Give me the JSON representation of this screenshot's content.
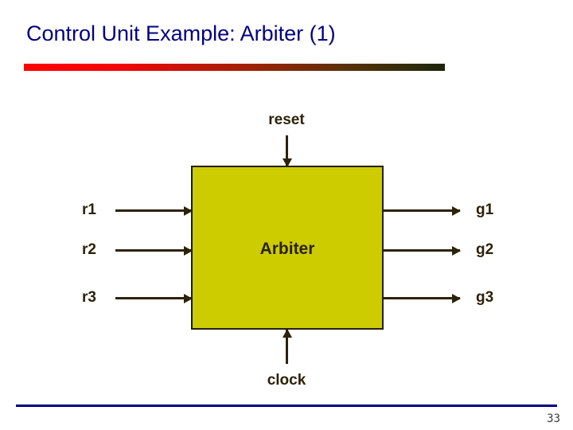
{
  "slide": {
    "title": "Control Unit Example: Arbiter (1)",
    "page_number": "33",
    "title_color": "#000080",
    "rule_color_start": "#FF0000",
    "rule_color_end": "#1D2408",
    "footer_rule_color": "#000080"
  },
  "diagram": {
    "block": {
      "label": "Arbiter",
      "fill_color": "#CCCC00",
      "border_color": "#231F0A",
      "text_color": "#2D2209"
    },
    "top_signal": {
      "label": "reset",
      "direction": "into-block"
    },
    "bottom_signal": {
      "label": "clock",
      "direction": "into-block"
    },
    "inputs": [
      {
        "label": "r1"
      },
      {
        "label": "r2"
      },
      {
        "label": "r3"
      }
    ],
    "outputs": [
      {
        "label": "g1"
      },
      {
        "label": "g2"
      },
      {
        "label": "g3"
      }
    ]
  }
}
